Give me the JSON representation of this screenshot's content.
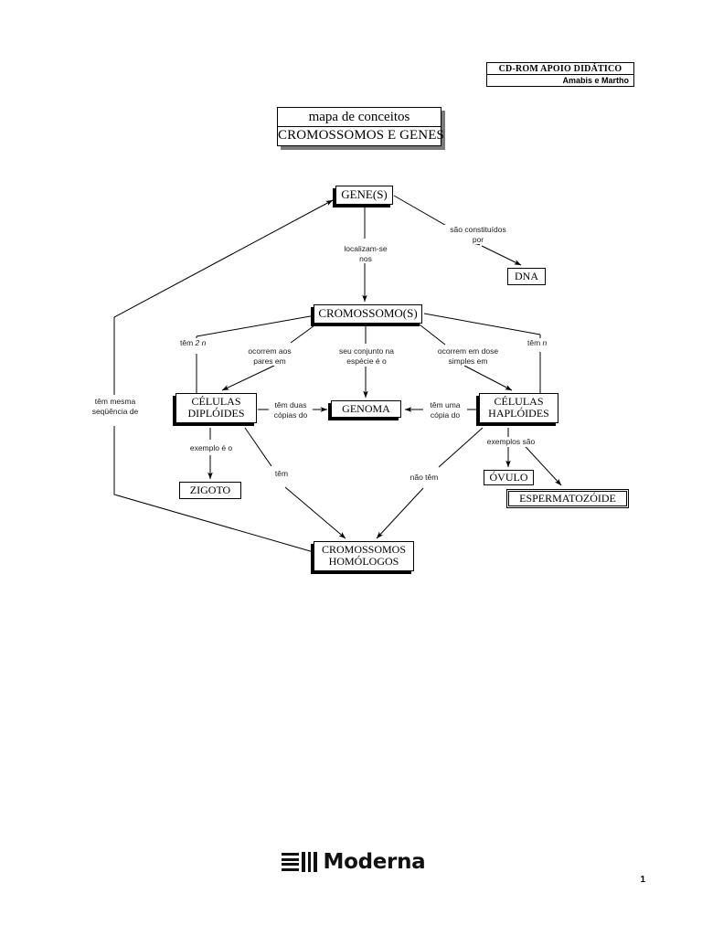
{
  "header": {
    "stamp_line1": "CD-ROM APOIO DIDÁTICO",
    "stamp_line2": "Amabis e Martho"
  },
  "title": {
    "kicker": "mapa de conceitos",
    "main": "CROMOSSOMOS E GENES"
  },
  "footer": {
    "brand": "Moderna",
    "page_number": "1"
  },
  "diagram": {
    "type": "concept-map",
    "nodes": [
      {
        "id": "genes",
        "label": "GENE(S)"
      },
      {
        "id": "dna",
        "label": "DNA"
      },
      {
        "id": "cromossomos",
        "label": "CROMOSSOMO(S)"
      },
      {
        "id": "diploides",
        "label_line1": "CÉLULAS",
        "label_line2": "DIPLÓIDES"
      },
      {
        "id": "genoma",
        "label": "GENOMA"
      },
      {
        "id": "haploides",
        "label_line1": "CÉLULAS",
        "label_line2": "HAPLÓIDES"
      },
      {
        "id": "zigoto",
        "label": "ZIGOTO"
      },
      {
        "id": "ovulo",
        "label": "ÓVULO"
      },
      {
        "id": "esperma",
        "label": "ESPERMATOZÓIDE"
      },
      {
        "id": "homologos",
        "label_line1": "CROMOSSOMOS",
        "label_line2": "HOMÓLOGOS"
      }
    ],
    "edges": [
      {
        "id": "genes-dna",
        "from": "genes",
        "to": "dna",
        "label_line1": "são constituídos",
        "label_line2": "por"
      },
      {
        "id": "genes-cromossomos",
        "from": "genes",
        "to": "cromossomos",
        "label_line1": "localizam-se",
        "label_line2": "nos"
      },
      {
        "id": "cromossomos-diploides-n",
        "from": "cromossomos",
        "to": "diploides",
        "label_plain": "têm ",
        "label_italic": "2 n"
      },
      {
        "id": "cromossomos-diploides",
        "from": "cromossomos",
        "to": "diploides",
        "label_line1": "ocorrem aos",
        "label_line2": "pares em"
      },
      {
        "id": "cromossomos-genoma",
        "from": "cromossomos",
        "to": "genoma",
        "label_line1": "seu conjunto na",
        "label_line2": "espécie é o"
      },
      {
        "id": "cromossomos-haploides",
        "from": "cromossomos",
        "to": "haploides",
        "label_line1": "ocorrem em dose",
        "label_line2": "simples em"
      },
      {
        "id": "cromossomos-haploides-n",
        "from": "cromossomos",
        "to": "haploides",
        "label_plain": "têm ",
        "label_italic": "n"
      },
      {
        "id": "diploides-genoma",
        "from": "diploides",
        "to": "genoma",
        "label_line1": "têm duas",
        "label_line2": "cópias do"
      },
      {
        "id": "haploides-genoma",
        "from": "haploides",
        "to": "genoma",
        "label_line1": "têm uma",
        "label_line2": "cópia do"
      },
      {
        "id": "diploides-zigoto",
        "from": "diploides",
        "to": "zigoto",
        "label_line1": "exemplo é o"
      },
      {
        "id": "diploides-homologos",
        "from": "diploides",
        "to": "homologos",
        "label_line1": "têm"
      },
      {
        "id": "haploides-homologos",
        "from": "haploides",
        "to": "homologos",
        "label_line1": "não têm"
      },
      {
        "id": "haploides-gametas",
        "from": "haploides",
        "to": "ovulo",
        "label_line1": "exemplos são"
      },
      {
        "id": "homologos-genes",
        "from": "homologos",
        "to": "genes",
        "label_line1": "têm mesma",
        "label_line2": "seqüência de"
      }
    ]
  }
}
